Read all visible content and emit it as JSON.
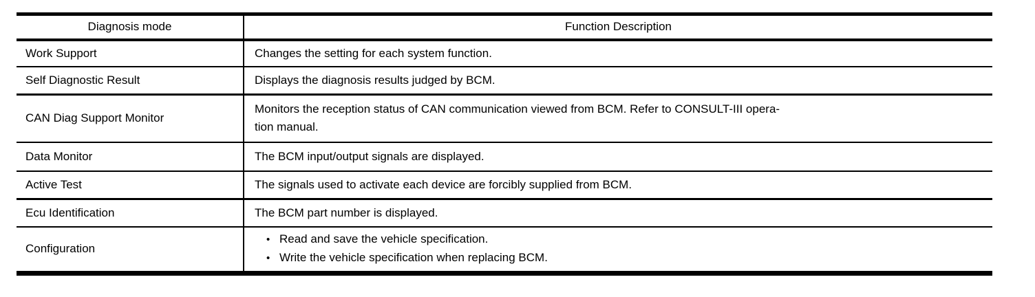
{
  "table": {
    "bullet_char": "•",
    "border_color": "#000000",
    "background_color": "#ffffff",
    "header": {
      "mode": "Diagnosis mode",
      "description": "Function Description"
    },
    "rows": [
      {
        "mode": "Work Support",
        "desc": "Changes the setting for each system function."
      },
      {
        "mode": "Self Diagnostic Result",
        "desc": "Displays the diagnosis results judged by BCM."
      },
      {
        "mode": "CAN Diag Support Monitor",
        "desc_lines": [
          "Monitors the reception status of CAN communication viewed from BCM. Refer to CONSULT-III opera-",
          "tion manual."
        ]
      },
      {
        "mode": "Data Monitor",
        "desc": "The BCM input/output signals are displayed."
      },
      {
        "mode": "Active Test",
        "desc": "The signals used to activate each device are forcibly supplied from BCM."
      },
      {
        "mode": "Ecu Identification",
        "desc": "The BCM part number is displayed."
      },
      {
        "mode": "Configuration",
        "bullets": [
          "Read and save the vehicle specification.",
          "Write the vehicle specification when replacing BCM."
        ]
      }
    ]
  }
}
